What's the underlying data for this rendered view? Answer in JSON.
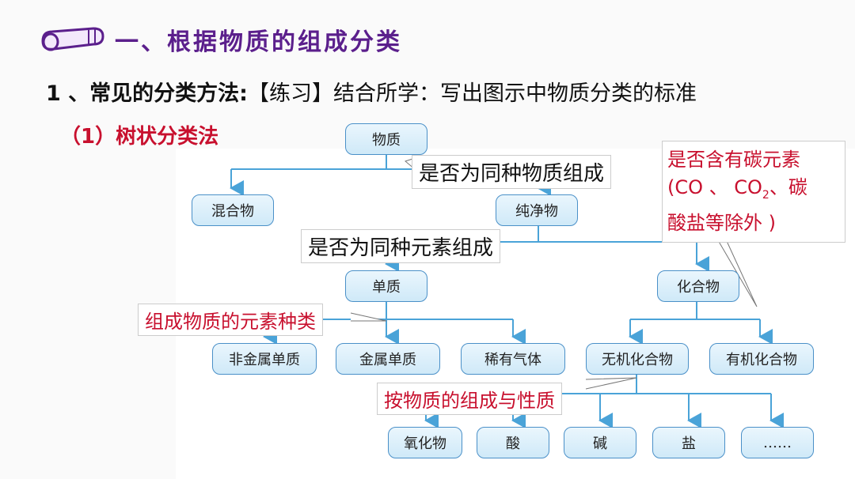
{
  "slide": {
    "heading": "一、根据物质的组成分类",
    "subtitle_bold": "1 、常见的分类方法:",
    "subtitle_rest": "【练习】结合所学：写出图示中物质分类的标准",
    "method": "（1）树状分类法"
  },
  "tree": {
    "root": "物质",
    "mixture": "混合物",
    "pure": "纯净物",
    "element_substance": "单质",
    "compound": "化合物",
    "nonmetal": "非金属单质",
    "metal": "金属单质",
    "noble_gas": "稀有气体",
    "inorganic": "无机化合物",
    "organic": "有机化合物",
    "oxide": "氧化物",
    "acid": "酸",
    "base": "碱",
    "salt": "盐",
    "etc": "……"
  },
  "callouts": {
    "same_substance": "是否为同种物质组成",
    "same_element": "是否为同种元素组成",
    "element_kind": "组成物质的元素种类",
    "composition_property": "按物质的组成与性质",
    "carbon_line1": "是否含有碳元素",
    "carbon_line2_a": "(CO 、 CO",
    "carbon_sub": "2",
    "carbon_line2_b": "、碳",
    "carbon_line3": "酸盐等除外 )"
  },
  "colors": {
    "heading": "#5b1f8c",
    "accent_red": "#c8102e",
    "node_border": "#4a90c8",
    "connector": "#4aa3d8"
  },
  "icons": {
    "heading_icon": "scroll-icon"
  }
}
